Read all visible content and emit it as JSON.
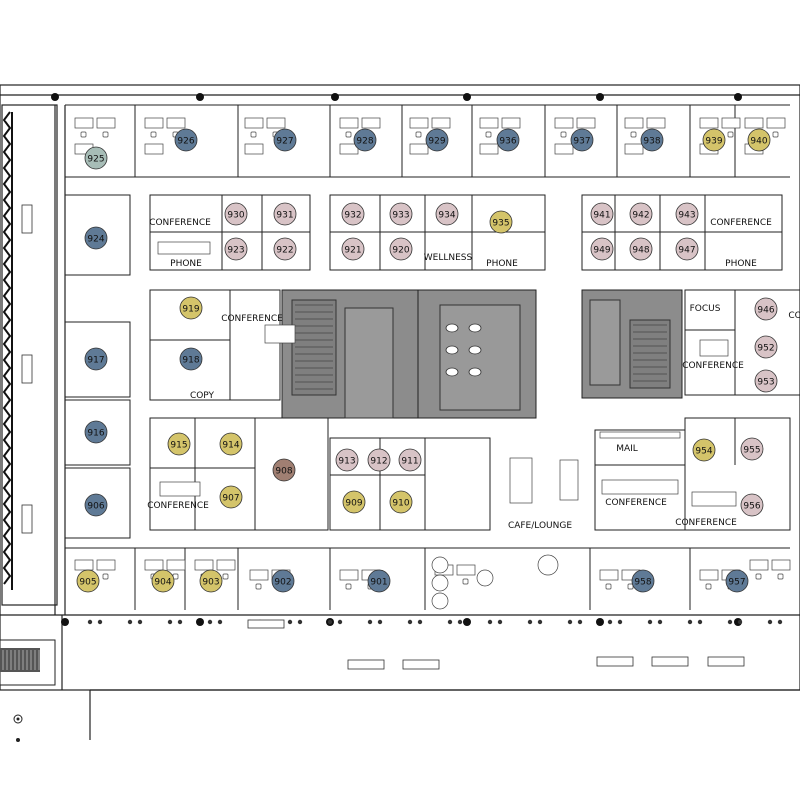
{
  "colors": {
    "blue": "#5f7a96",
    "pink": "#d8c3c6",
    "gold": "#d4c46a",
    "brown": "#a07f72",
    "sage": "#a7bdb7",
    "core": "#8a8a8a",
    "line": "#222222"
  },
  "rooms": [
    {
      "id": "925",
      "color": "sage"
    },
    {
      "id": "926",
      "color": "blue"
    },
    {
      "id": "927",
      "color": "blue"
    },
    {
      "id": "928",
      "color": "blue"
    },
    {
      "id": "929",
      "color": "blue"
    },
    {
      "id": "936",
      "color": "blue"
    },
    {
      "id": "937",
      "color": "blue"
    },
    {
      "id": "938",
      "color": "blue"
    },
    {
      "id": "939",
      "color": "gold"
    },
    {
      "id": "940",
      "color": "gold"
    },
    {
      "id": "924",
      "color": "blue"
    },
    {
      "id": "930",
      "color": "pink"
    },
    {
      "id": "931",
      "color": "pink"
    },
    {
      "id": "923",
      "color": "pink"
    },
    {
      "id": "922",
      "color": "pink"
    },
    {
      "id": "932",
      "color": "pink"
    },
    {
      "id": "933",
      "color": "pink"
    },
    {
      "id": "934",
      "color": "pink"
    },
    {
      "id": "935",
      "color": "gold"
    },
    {
      "id": "921",
      "color": "pink"
    },
    {
      "id": "920",
      "color": "pink"
    },
    {
      "id": "941",
      "color": "pink"
    },
    {
      "id": "942",
      "color": "pink"
    },
    {
      "id": "943",
      "color": "pink"
    },
    {
      "id": "949",
      "color": "pink"
    },
    {
      "id": "948",
      "color": "pink"
    },
    {
      "id": "947",
      "color": "pink"
    },
    {
      "id": "919",
      "color": "gold"
    },
    {
      "id": "918",
      "color": "blue"
    },
    {
      "id": "917",
      "color": "blue"
    },
    {
      "id": "946",
      "color": "pink"
    },
    {
      "id": "952",
      "color": "pink"
    },
    {
      "id": "953",
      "color": "pink"
    },
    {
      "id": "916",
      "color": "blue"
    },
    {
      "id": "915",
      "color": "gold"
    },
    {
      "id": "914",
      "color": "gold"
    },
    {
      "id": "908",
      "color": "brown"
    },
    {
      "id": "907",
      "color": "gold"
    },
    {
      "id": "906",
      "color": "blue"
    },
    {
      "id": "913",
      "color": "pink"
    },
    {
      "id": "912",
      "color": "pink"
    },
    {
      "id": "911",
      "color": "pink"
    },
    {
      "id": "909",
      "color": "gold"
    },
    {
      "id": "910",
      "color": "gold"
    },
    {
      "id": "954",
      "color": "gold"
    },
    {
      "id": "955",
      "color": "pink"
    },
    {
      "id": "956",
      "color": "pink"
    },
    {
      "id": "905",
      "color": "gold"
    },
    {
      "id": "904",
      "color": "gold"
    },
    {
      "id": "903",
      "color": "gold"
    },
    {
      "id": "902",
      "color": "blue"
    },
    {
      "id": "901",
      "color": "blue"
    },
    {
      "id": "958",
      "color": "blue"
    },
    {
      "id": "957",
      "color": "blue"
    }
  ],
  "labels": {
    "conference": "CONFERENCE",
    "phone": "PHONE",
    "wellness": "WELLNESS",
    "focus": "FOCUS",
    "copy": "COPY",
    "mail": "MAIL",
    "cafe": "CAFE/LOUNGE",
    "partial_right": "CO"
  }
}
